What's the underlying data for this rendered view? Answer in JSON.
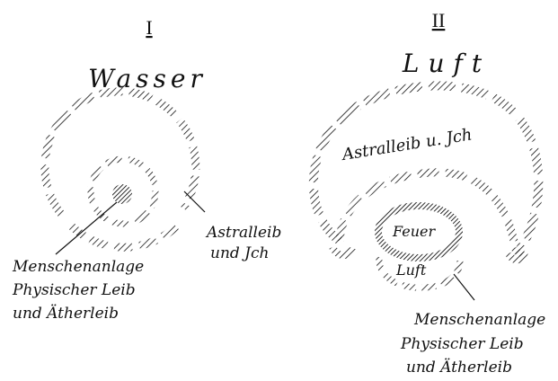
{
  "left_diagram": {
    "numeral": "I",
    "title": "Wasser",
    "label_outer": [
      "Astralleib",
      "und Jch"
    ],
    "label_inner": [
      "Menschenanlage",
      "Physischer Leib",
      "und Ätherleib"
    ]
  },
  "right_diagram": {
    "numeral": "II",
    "title": "Luft",
    "label_outer": "Astralleib u. Jch",
    "label_core_top": "Feuer",
    "label_core_bottom": "Luft",
    "label_inner": [
      "Menschenanlage",
      "Physischer Leib",
      "und Ätherleib"
    ]
  },
  "colors": {
    "ink": "#111111",
    "paper": "#ffffff"
  }
}
